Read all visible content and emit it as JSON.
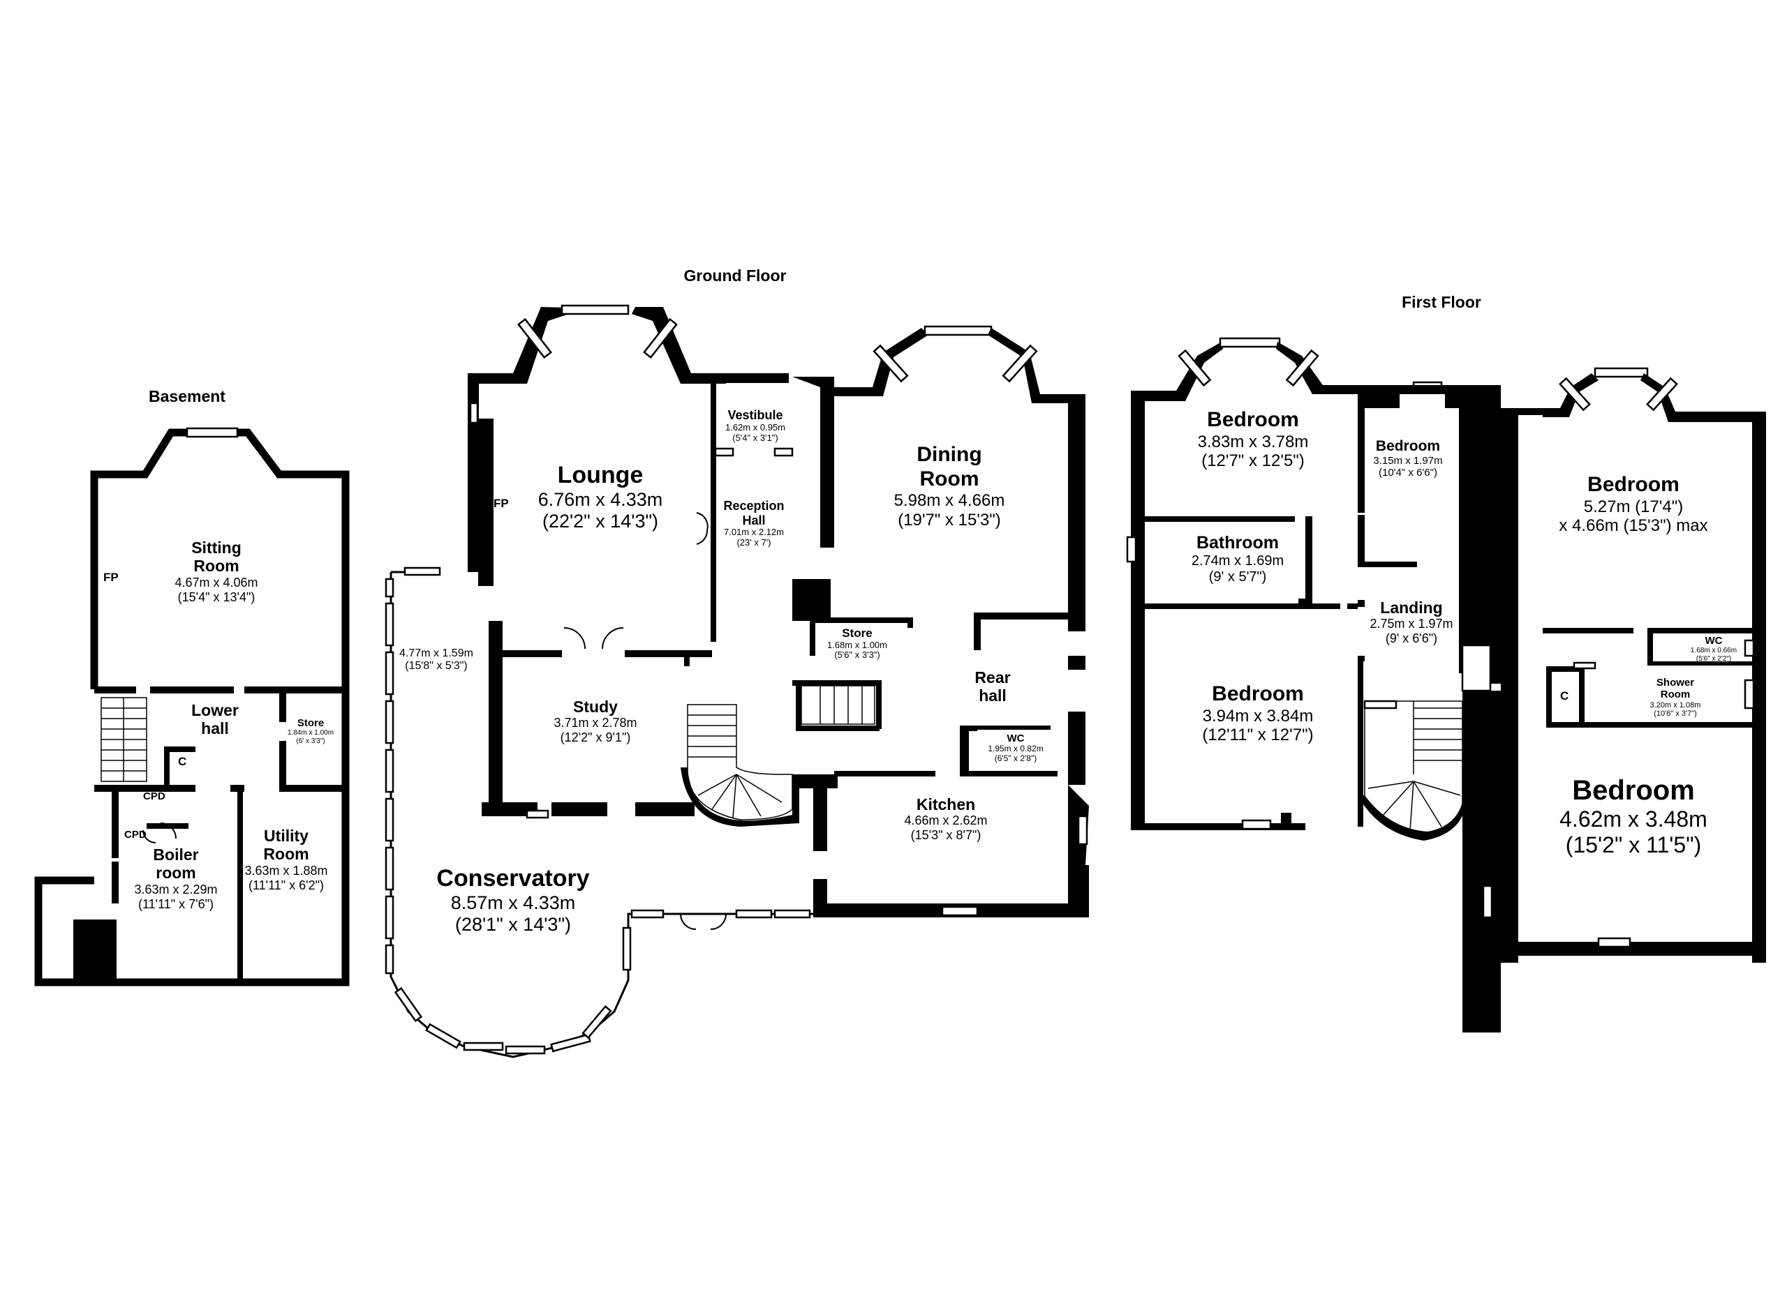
{
  "floors": {
    "basement": "Basement",
    "ground": "Ground Floor",
    "first": "First Floor"
  },
  "basement": {
    "sitting_room": {
      "name": "Sitting\nRoom",
      "dims": "4.67m x 4.06m",
      "imperial": "(15'4\" x 13'4\")"
    },
    "lower_hall": {
      "name": "Lower\nhall"
    },
    "store": {
      "name": "Store",
      "dims": "1.84m x 1.00m",
      "imperial": "(6' x 3'3\")"
    },
    "boiler_room": {
      "name": "Boiler\nroom",
      "dims": "3.63m x 2.29m",
      "imperial": "(11'11\" x 7'6\")"
    },
    "utility_room": {
      "name": "Utility\nRoom",
      "dims": "3.63m x 1.88m",
      "imperial": "(11'11\" x 6'2\")"
    },
    "fp": "FP",
    "c": "C",
    "cpd1": "CPD",
    "cpd2": "CPD"
  },
  "ground": {
    "lounge": {
      "name": "Lounge",
      "dims": "6.76m x 4.33m",
      "imperial": "(22'2\" x 14'3\")"
    },
    "vestibule": {
      "name": "Vestibule",
      "dims": "1.62m x 0.95m",
      "imperial": "(5'4\" x 3'1\")"
    },
    "reception_hall": {
      "name": "Reception\nHall",
      "dims": "7.01m x 2.12m",
      "imperial": "(23' x 7')"
    },
    "dining_room": {
      "name": "Dining\nRoom",
      "dims": "5.98m x 4.66m",
      "imperial": "(19'7\" x 15'3\")"
    },
    "study": {
      "name": "Study",
      "dims": "3.71m x 2.78m",
      "imperial": "(12'2\" x 9'1\")"
    },
    "store": {
      "name": "Store",
      "dims": "1.68m x 1.00m",
      "imperial": "(5'6\" x 3'3\")"
    },
    "rear_hall": {
      "name": "Rear\nhall"
    },
    "wc": {
      "name": "WC",
      "dims": "1.95m x 0.82m",
      "imperial": "(6'5\" x 2'8\")"
    },
    "kitchen": {
      "name": "Kitchen",
      "dims": "4.66m x 2.62m",
      "imperial": "(15'3\" x 8'7\")"
    },
    "conservatory": {
      "name": "Conservatory",
      "dims": "8.57m x 4.33m",
      "imperial": "(28'1\" x 14'3\")"
    },
    "side": {
      "dims": "4.77m x 1.59m",
      "imperial": "(15'8\" x 5'3\")"
    },
    "fp": "FP"
  },
  "first": {
    "bedroom1": {
      "name": "Bedroom",
      "dims": "3.83m x 3.78m",
      "imperial": "(12'7\" x 12'5\")"
    },
    "bedroom2": {
      "name": "Bedroom",
      "dims": "3.15m x 1.97m",
      "imperial": "(10'4\" x 6'6\")"
    },
    "bedroom3": {
      "name": "Bedroom",
      "dims": "5.27m (17'4\")",
      "imperial": "x 4.66m (15'3\") max"
    },
    "bathroom": {
      "name": "Bathroom",
      "dims": "2.74m x 1.69m",
      "imperial": "(9' x 5'7\")"
    },
    "landing": {
      "name": "Landing",
      "dims": "2.75m x 1.97m",
      "imperial": "(9' x 6'6\")"
    },
    "bedroom4": {
      "name": "Bedroom",
      "dims": "3.94m x 3.84m",
      "imperial": "(12'11\" x 12'7\")"
    },
    "wc": {
      "name": "WC",
      "dims": "1.68m x 0.66m",
      "imperial": "(5'6\" x 2'2\")"
    },
    "shower_room": {
      "name": "Shower\nRoom",
      "dims": "3.20m x 1.08m",
      "imperial": "(10'6\" x 3'7\")"
    },
    "bedroom5": {
      "name": "Bedroom",
      "dims": "4.62m x 3.48m",
      "imperial": "(15'2\" x 11'5\")"
    },
    "c": "C"
  }
}
